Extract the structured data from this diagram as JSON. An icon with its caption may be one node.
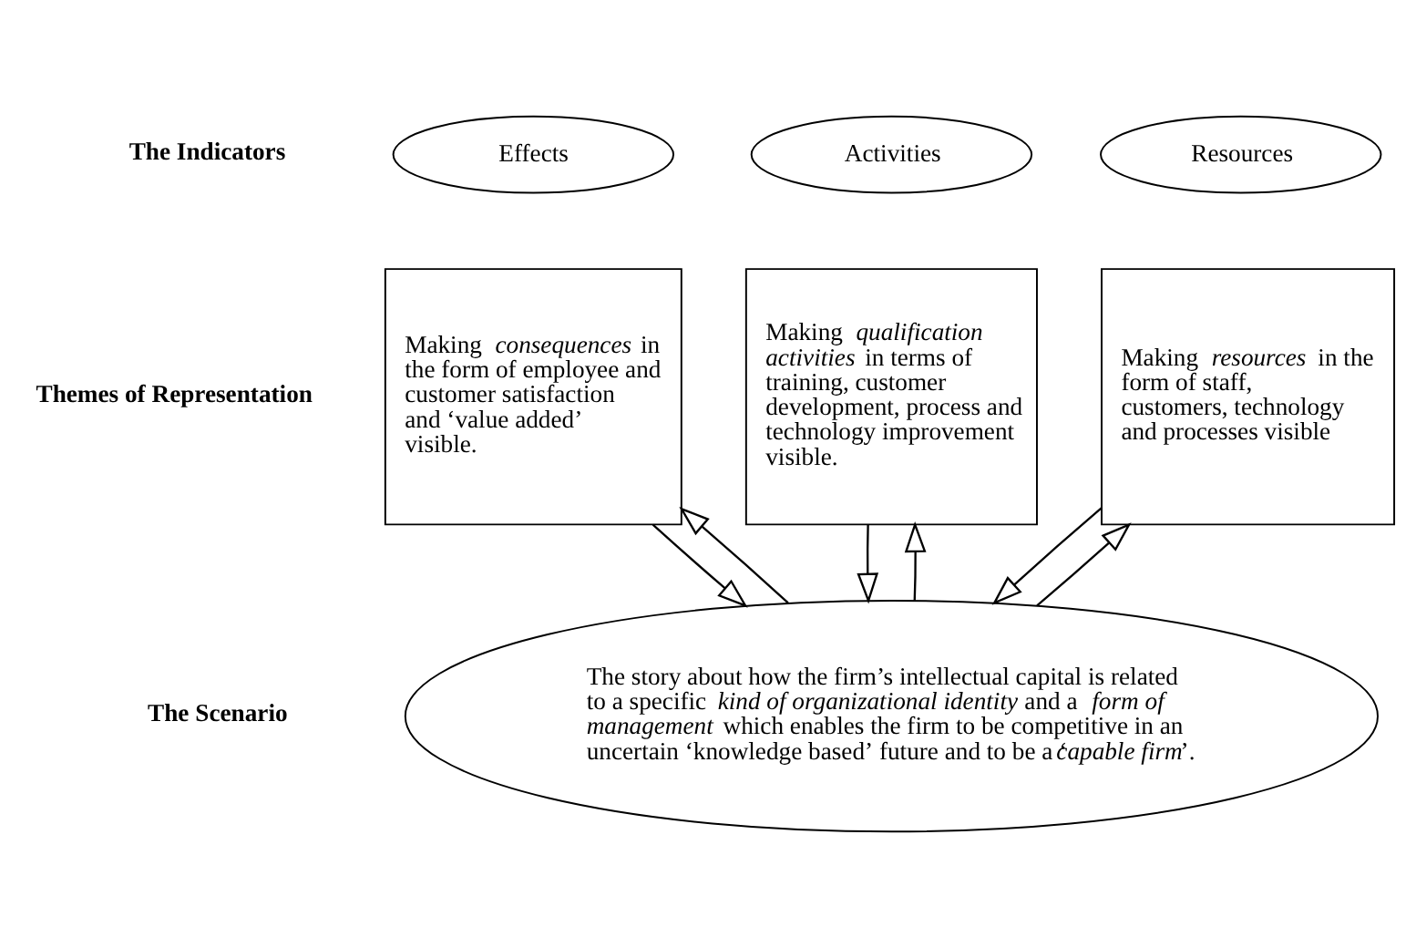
{
  "diagram": {
    "nodes": [
      {
        "text": [
          "Effects"
        ]
      },
      {
        "text": [
          "Activities"
        ]
      },
      {
        "text": [
          "Resources"
        ]
      },
      {
        "text": [
          "Making *consequences* in the form of employee and customer satisfaction and ‘value added’ visible."
        ]
      },
      {
        "text": [
          "Making *qualification activities* in terms of training, customer development, process and technology improvement visible."
        ]
      },
      {
        "text": [
          "Making *resources* in the form of staff, customers, technology and processes visible"
        ]
      },
      {
        "text": [
          "The story about how the firm’s intellectual capital is related to a specific *kind of organizational identity* and a *form of management* which enables the firm to be competitive in an uncertain ‘knowledge based’ future and to be a ‘*capable firm*’."
        ]
      }
    ],
    "edges": [
      {
        "from": 3,
        "to": 6,
        "arrow": "to"
      },
      {
        "from": 6,
        "to": 3,
        "arrow": "to"
      },
      {
        "from": 6,
        "to": 4,
        "arrow": "to"
      },
      {
        "from": 4,
        "to": 6,
        "arrow": "to"
      },
      {
        "from": 6,
        "to": 5,
        "arrow": "to"
      },
      {
        "from": 5,
        "to": 6,
        "arrow": "to"
      }
    ],
    "labels": [
      "The Indicators",
      "Themes of Representation",
      "The Scenario"
    ]
  }
}
